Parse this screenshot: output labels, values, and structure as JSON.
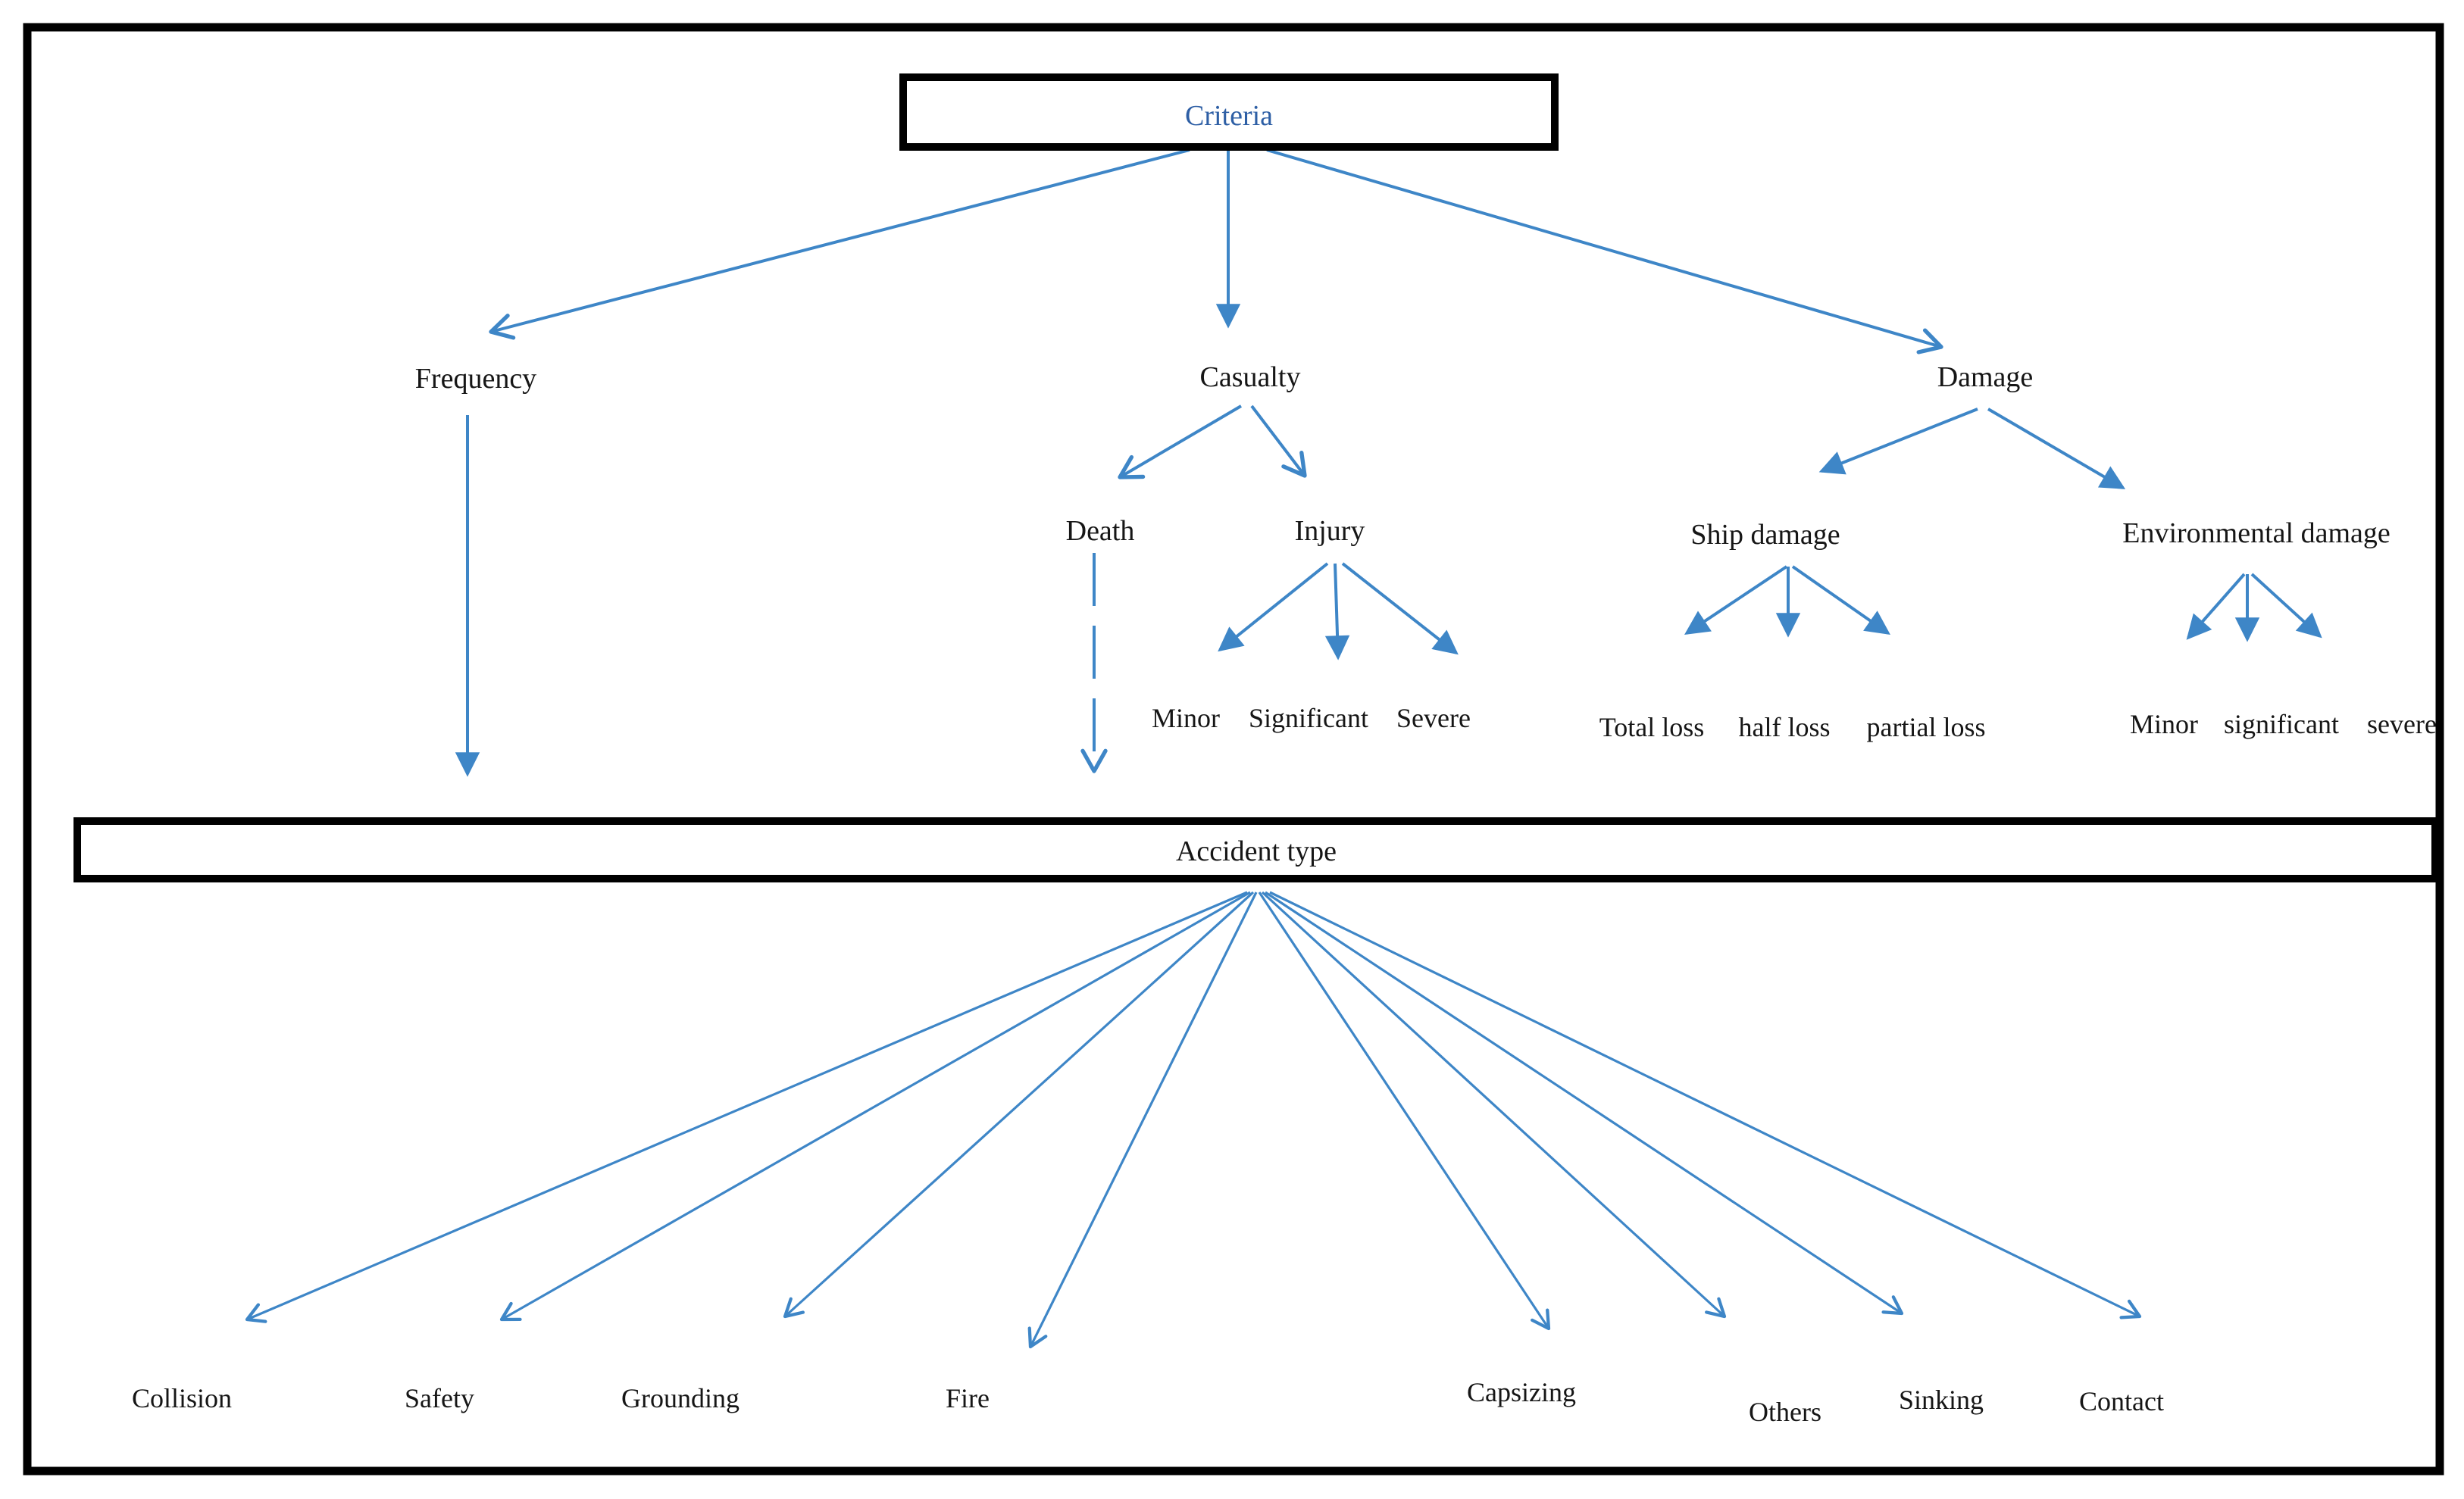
{
  "diagram": {
    "title_box": {
      "label": "Criteria"
    },
    "accident_type_box": {
      "label": "Accident type"
    },
    "criteria": {
      "frequency": {
        "label": "Frequency"
      },
      "casualty": {
        "label": "Casualty",
        "death": {
          "label": "Death"
        },
        "injury": {
          "label": "Injury",
          "levels": [
            "Minor",
            "Significant",
            "Severe"
          ]
        }
      },
      "damage": {
        "label": "Damage",
        "ship": {
          "label": "Ship damage",
          "levels": [
            "Total loss",
            "half loss",
            "partial loss"
          ]
        },
        "environmental": {
          "label": "Environmental damage",
          "levels": [
            "Minor",
            "significant",
            "severe"
          ]
        }
      }
    },
    "accident_types": [
      "Collision",
      "Safety",
      "Grounding",
      "Fire",
      "Capsizing",
      "Others",
      "Sinking",
      "Contact"
    ],
    "colors": {
      "arrow_blue": "#3e86c7",
      "criteria_text_blue": "#2e5fa5",
      "label_black": "#161616",
      "border_black": "#000000"
    }
  }
}
